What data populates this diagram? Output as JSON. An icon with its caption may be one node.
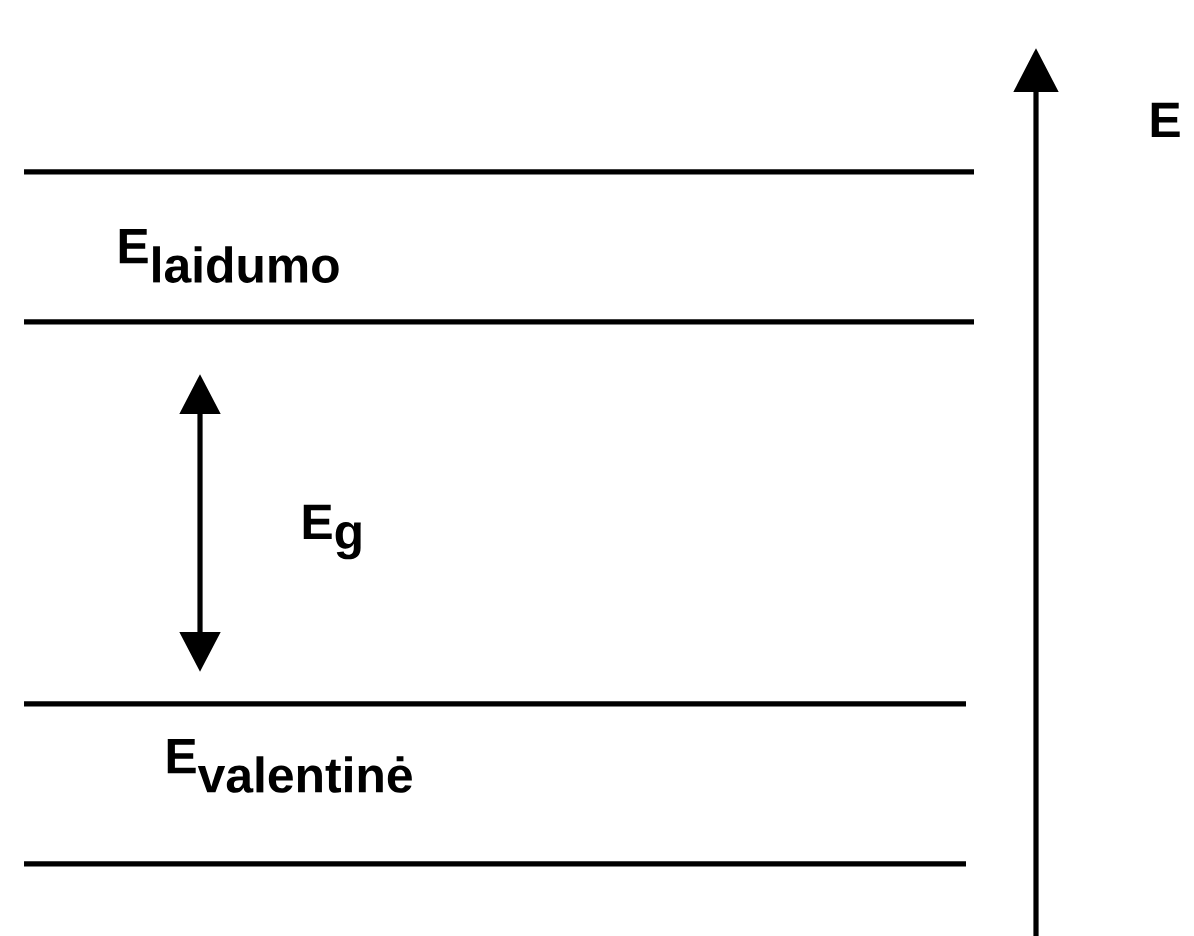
{
  "diagram": {
    "labels": [
      "E",
      "\\textbf{E}_{\\textbf{laidumo}}",
      "\\textbf{E}_{\\textbf{g}}",
      "\\textbf{E}_{\\textbf{valentinė}}"
    ]
  }
}
